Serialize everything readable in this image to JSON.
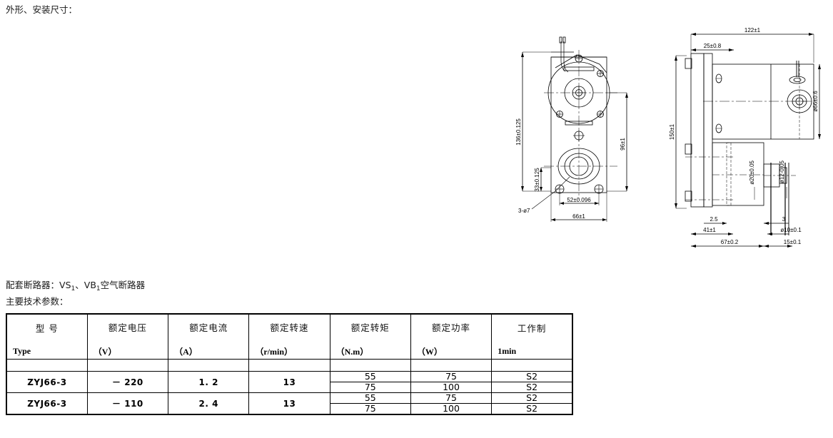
{
  "headings": {
    "outline_title": "外形、安装尺寸：",
    "breaker_label": "配套断路器：",
    "breaker_value_a": "VS",
    "breaker_value_a_sub": "1",
    "breaker_sep": "、",
    "breaker_value_b": "VB",
    "breaker_value_b_sub": "1",
    "breaker_suffix": "空气断路器",
    "params_title": "主要技术参数："
  },
  "table": {
    "columns": [
      {
        "cn": "型  号",
        "en": "Type"
      },
      {
        "cn": "额定电压",
        "en": "（V）"
      },
      {
        "cn": "额定电流",
        "en": "（A）"
      },
      {
        "cn": "额定转速",
        "en": "（r/min）"
      },
      {
        "cn": "额定转矩",
        "en": "（N.m）"
      },
      {
        "cn": "额定功率",
        "en": "（W）"
      },
      {
        "cn": "工作制",
        "en": "1min"
      }
    ],
    "rows": [
      {
        "type": "ZYJ66-3",
        "voltage": "－ 220",
        "current": "1. 2",
        "speed": "13",
        "torque": [
          "55",
          "75"
        ],
        "power": [
          "75",
          "100"
        ],
        "duty": [
          "S2",
          "S2"
        ]
      },
      {
        "type": "ZYJ66-3",
        "voltage": "－ 110",
        "current": "2. 4",
        "speed": "13",
        "torque": [
          "55",
          "75"
        ],
        "power": [
          "75",
          "100"
        ],
        "duty": [
          "S2",
          "S2"
        ]
      }
    ]
  },
  "drawings": {
    "front_view": {
      "name": "front-elevation-view",
      "dimensions": {
        "overall_height": "136±0.125",
        "mount_height": "96±1",
        "bottom_offset": "33±0.125",
        "bolt_spacing": "52±0.096",
        "overall_width": "66±1",
        "hole_note": "3-ø7"
      }
    },
    "side_view": {
      "name": "side-elevation-view",
      "dimensions": {
        "overall_length": "122±1",
        "flange_thickness": "25±0.8",
        "overall_height": "150±1",
        "body_diameter": "ø66±0.6",
        "shaft_boss_dia": "ø20±0.05",
        "shaft_dia": "ø12-0.05",
        "small_step": "2.5",
        "base_width": "41±1",
        "base_total": "67±0.2",
        "shaft_step": "3",
        "shaft_flange": "ø10±0.1",
        "shaft_length": "15±0.1"
      }
    }
  },
  "colors": {
    "line": "#000000",
    "text": "#1a1a1a",
    "background": "#ffffff"
  }
}
